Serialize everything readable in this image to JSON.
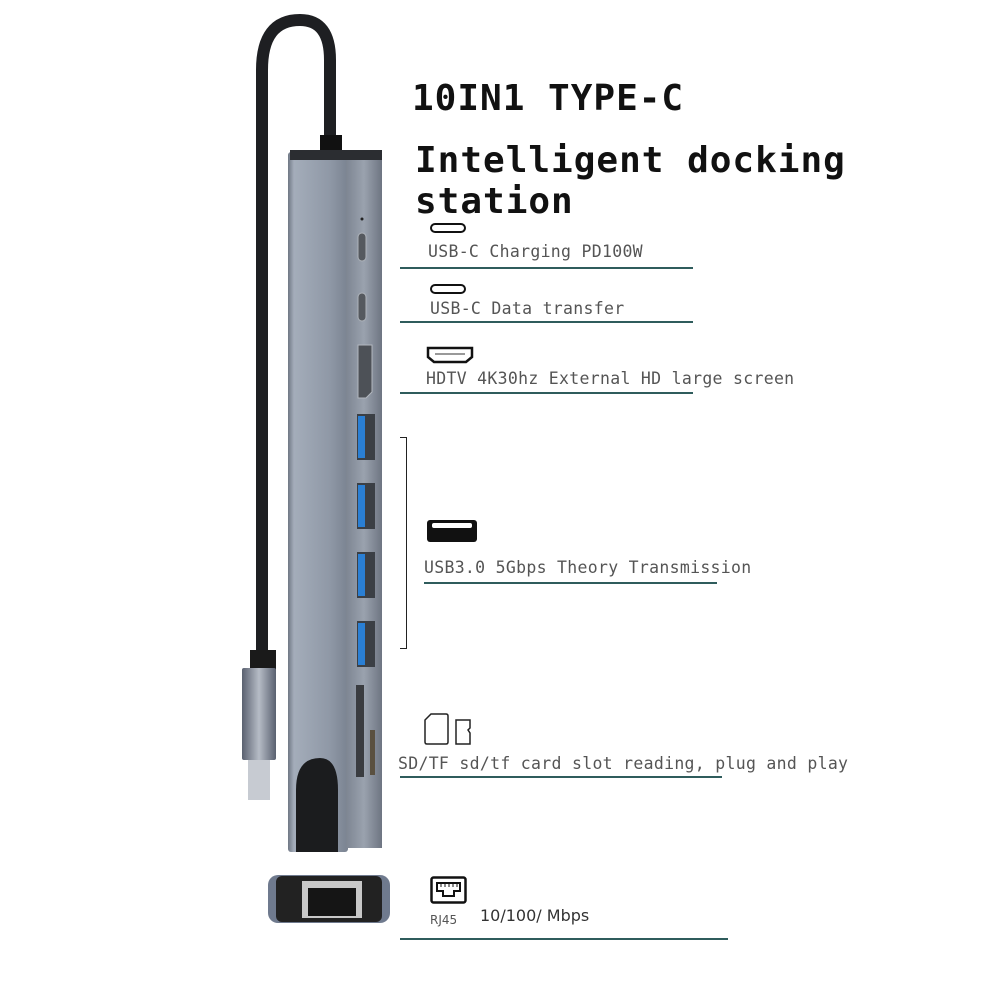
{
  "header": {
    "title_line1": "10IN1 TYPE-C",
    "title_line2": "Intelligent docking station"
  },
  "features": [
    {
      "icon": "usb-c-port-icon",
      "label": "USB-C Charging PD100W"
    },
    {
      "icon": "usb-c-port-icon",
      "label": "USB-C Data transfer"
    },
    {
      "icon": "hdmi-port-icon",
      "label": "HDTV 4K30hz External HD large screen"
    },
    {
      "icon": "usb-a-port-icon",
      "label": "USB3.0 5Gbps Theory Transmission"
    },
    {
      "icon": "sd-tf-card-icon",
      "label": "SD/TF sd/tf card slot reading, plug and play"
    },
    {
      "icon": "rj45-port-icon",
      "sublabel": "RJ45",
      "label": "10/100/ Mbps"
    }
  ],
  "colors": {
    "underline": "#2f5c5c",
    "usb3_blue": "#2a7fd4",
    "hub_body": "#8c95a3"
  }
}
